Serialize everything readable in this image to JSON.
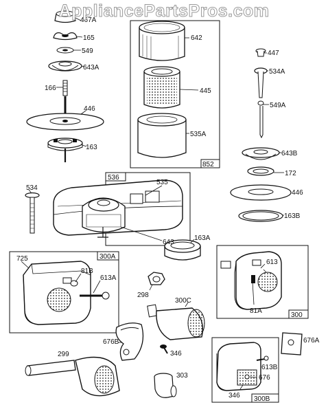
{
  "watermark": "AppliancePartsPros.com",
  "labels": {
    "p467a": "467A",
    "p165": "165",
    "p549": "549",
    "p643a": "643A",
    "p166": "166",
    "p446a": "446",
    "p163": "163",
    "p642": "642",
    "p445": "445",
    "p535a": "535A",
    "p852": "852",
    "p447": "447",
    "p534a": "534A",
    "p549a": "549A",
    "p643b": "643B",
    "p172": "172",
    "p446b": "446",
    "p163b": "163B",
    "p534": "534",
    "p536": "536",
    "p535": "535",
    "p643": "643",
    "p163a": "163A",
    "p725": "725",
    "p300a": "300A",
    "p81b": "81B",
    "p613a": "613A",
    "p298": "298",
    "p300c": "300C",
    "p613": "613",
    "p81a": "81A",
    "p300": "300",
    "p676b": "676B",
    "p346a": "346",
    "p676a": "676A",
    "p299": "299",
    "p303": "303",
    "p613b": "613B",
    "p676": "676",
    "p346b": "346",
    "p300b": "300B"
  }
}
